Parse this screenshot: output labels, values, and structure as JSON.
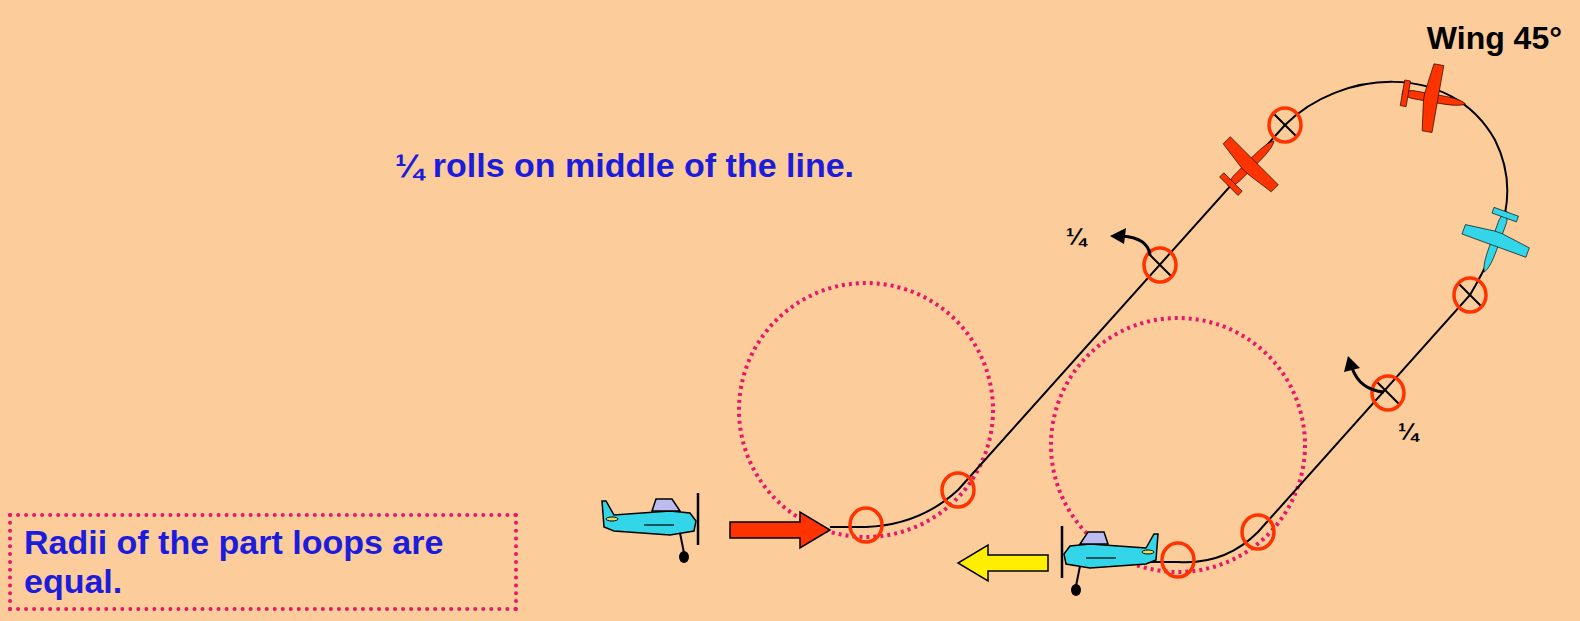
{
  "diagram": {
    "nodes": [
      {
        "text": [
          "Radii of the part loops are equal."
        ]
      }
    ],
    "labels": [
      "Wing 45°",
      "¼ rolls on middle of the line.",
      "¼",
      "¼"
    ]
  }
}
